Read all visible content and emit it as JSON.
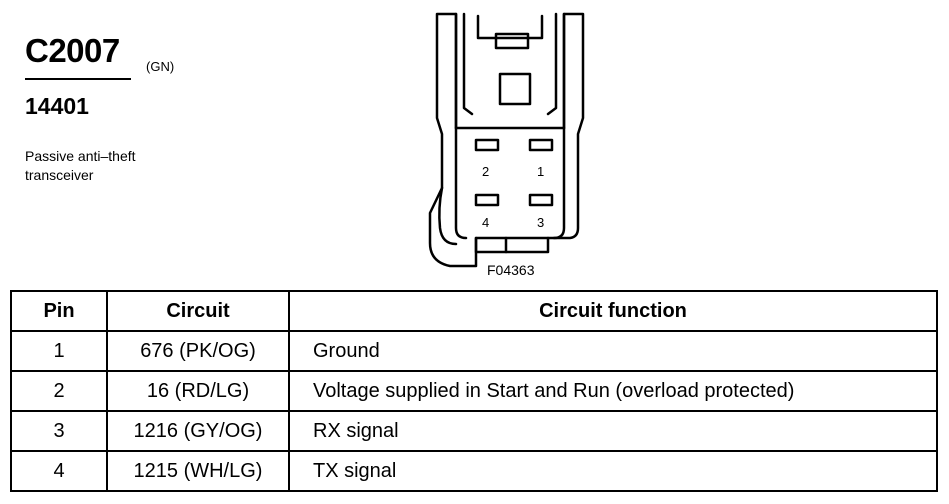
{
  "header": {
    "connector_id": "C2007",
    "connector_color": "(GN)",
    "part_number": "14401",
    "description_lines": [
      "Passive anti–theft",
      "transceiver"
    ]
  },
  "diagram": {
    "pin_labels": [
      "2",
      "1",
      "4",
      "3"
    ],
    "figure_code": "F04363"
  },
  "table": {
    "headers": [
      "Pin",
      "Circuit",
      "Circuit function"
    ],
    "rows": [
      {
        "pin": "1",
        "circuit": "676 (PK/OG)",
        "function": "Ground"
      },
      {
        "pin": "2",
        "circuit": "16 (RD/LG)",
        "function": "Voltage supplied in Start and Run (overload protected)"
      },
      {
        "pin": "3",
        "circuit": "1216 (GY/OG)",
        "function": "RX signal"
      },
      {
        "pin": "4",
        "circuit": "1215 (WH/LG)",
        "function": "TX signal"
      }
    ]
  }
}
